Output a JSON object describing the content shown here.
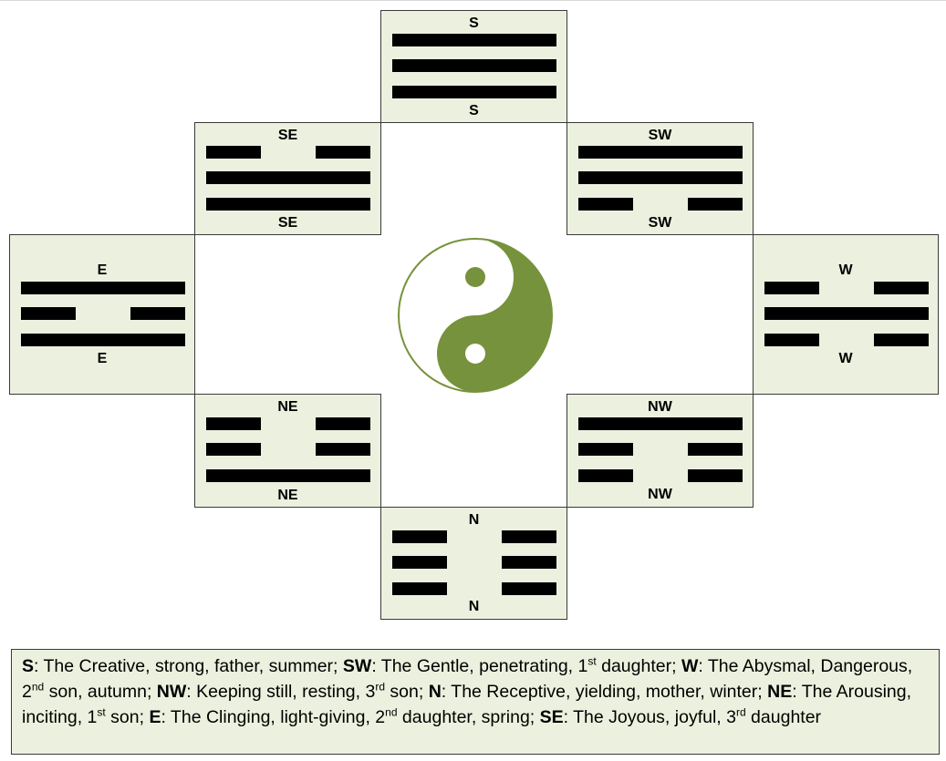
{
  "trigrams": [
    {
      "id": "s",
      "top_label": "S",
      "bottom_label": "S",
      "lines": [
        "solid",
        "solid",
        "solid"
      ]
    },
    {
      "id": "se",
      "top_label": "SE",
      "bottom_label": "SE",
      "lines": [
        "broken",
        "solid",
        "solid"
      ]
    },
    {
      "id": "sw",
      "top_label": "SW",
      "bottom_label": "SW",
      "lines": [
        "solid",
        "solid",
        "broken"
      ]
    },
    {
      "id": "e",
      "top_label": "E",
      "bottom_label": "E",
      "lines": [
        "solid",
        "broken",
        "solid"
      ]
    },
    {
      "id": "w",
      "top_label": "W",
      "bottom_label": "W",
      "lines": [
        "broken",
        "solid",
        "broken"
      ]
    },
    {
      "id": "ne",
      "top_label": "NE",
      "bottom_label": "NE",
      "lines": [
        "broken",
        "broken",
        "solid"
      ]
    },
    {
      "id": "nw",
      "top_label": "NW",
      "bottom_label": "NW",
      "lines": [
        "solid",
        "broken",
        "broken"
      ]
    },
    {
      "id": "n",
      "top_label": "N",
      "bottom_label": "N",
      "lines": [
        "broken",
        "broken",
        "broken"
      ]
    }
  ],
  "yinyang": {
    "color": "#76923c",
    "icon": "yin-yang-icon"
  },
  "colors": {
    "box_fill": "#ebf1de",
    "border": "#3a3a3a",
    "line": "#000000"
  },
  "legend": {
    "s_key": "S",
    "s_text": ": The Creative, strong, father, summer; ",
    "sw_key": "SW",
    "sw_text_a": ": The Gentle, penetrating, 1",
    "sw_sup": "st",
    "sw_text_b": " daughter; ",
    "w_key": "W",
    "w_text_a": ": The Abysmal, Dangerous, 2",
    "w_sup": "nd",
    "w_text_b": " son, autumn; ",
    "nw_key": "NW",
    "nw_text_a": ": Keeping still, resting, 3",
    "nw_sup": "rd",
    "nw_text_b": " son; ",
    "n_key": "N",
    "n_text": ": The Receptive, yielding, mother, winter; ",
    "ne_key": "NE",
    "ne_text_a": ": The Arousing, inciting, 1",
    "ne_sup": "st",
    "ne_text_b": " son; ",
    "e_key": "E",
    "e_text_a": ": The Clinging, light-giving, 2",
    "e_sup": "nd",
    "e_text_b": " daughter, spring; ",
    "se_key": "SE",
    "se_text_a": ": The Joyous, joyful, 3",
    "se_sup": "rd",
    "se_text_b": " daughter"
  }
}
